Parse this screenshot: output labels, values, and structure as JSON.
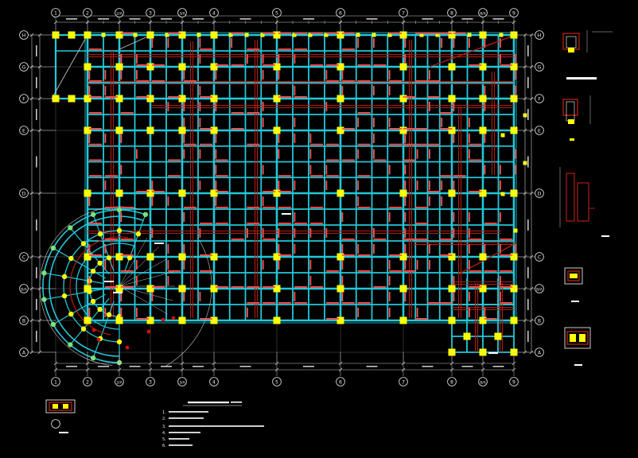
{
  "drawing": {
    "axes_top": [
      "1",
      "2",
      "2/A",
      "3",
      "3/A",
      "4",
      "5",
      "6",
      "7",
      "8",
      "8/A",
      "9"
    ],
    "axes_left": [
      "H",
      "G",
      "F",
      "E",
      "D",
      "C",
      "B/A",
      "B",
      "A"
    ],
    "notes_lines": [
      "1.",
      "2.",
      "3.",
      "4.",
      "5.",
      "6."
    ]
  },
  "colors": {
    "background": "#000000",
    "beam": "#22c8d8",
    "beam_dark": "#1fa7b4",
    "red_beam": "#b21c12",
    "column": "#ffff00",
    "dim_line": "#c8c8c8",
    "grid_line": "#a8a8a8",
    "label_red": "#ff5050"
  }
}
